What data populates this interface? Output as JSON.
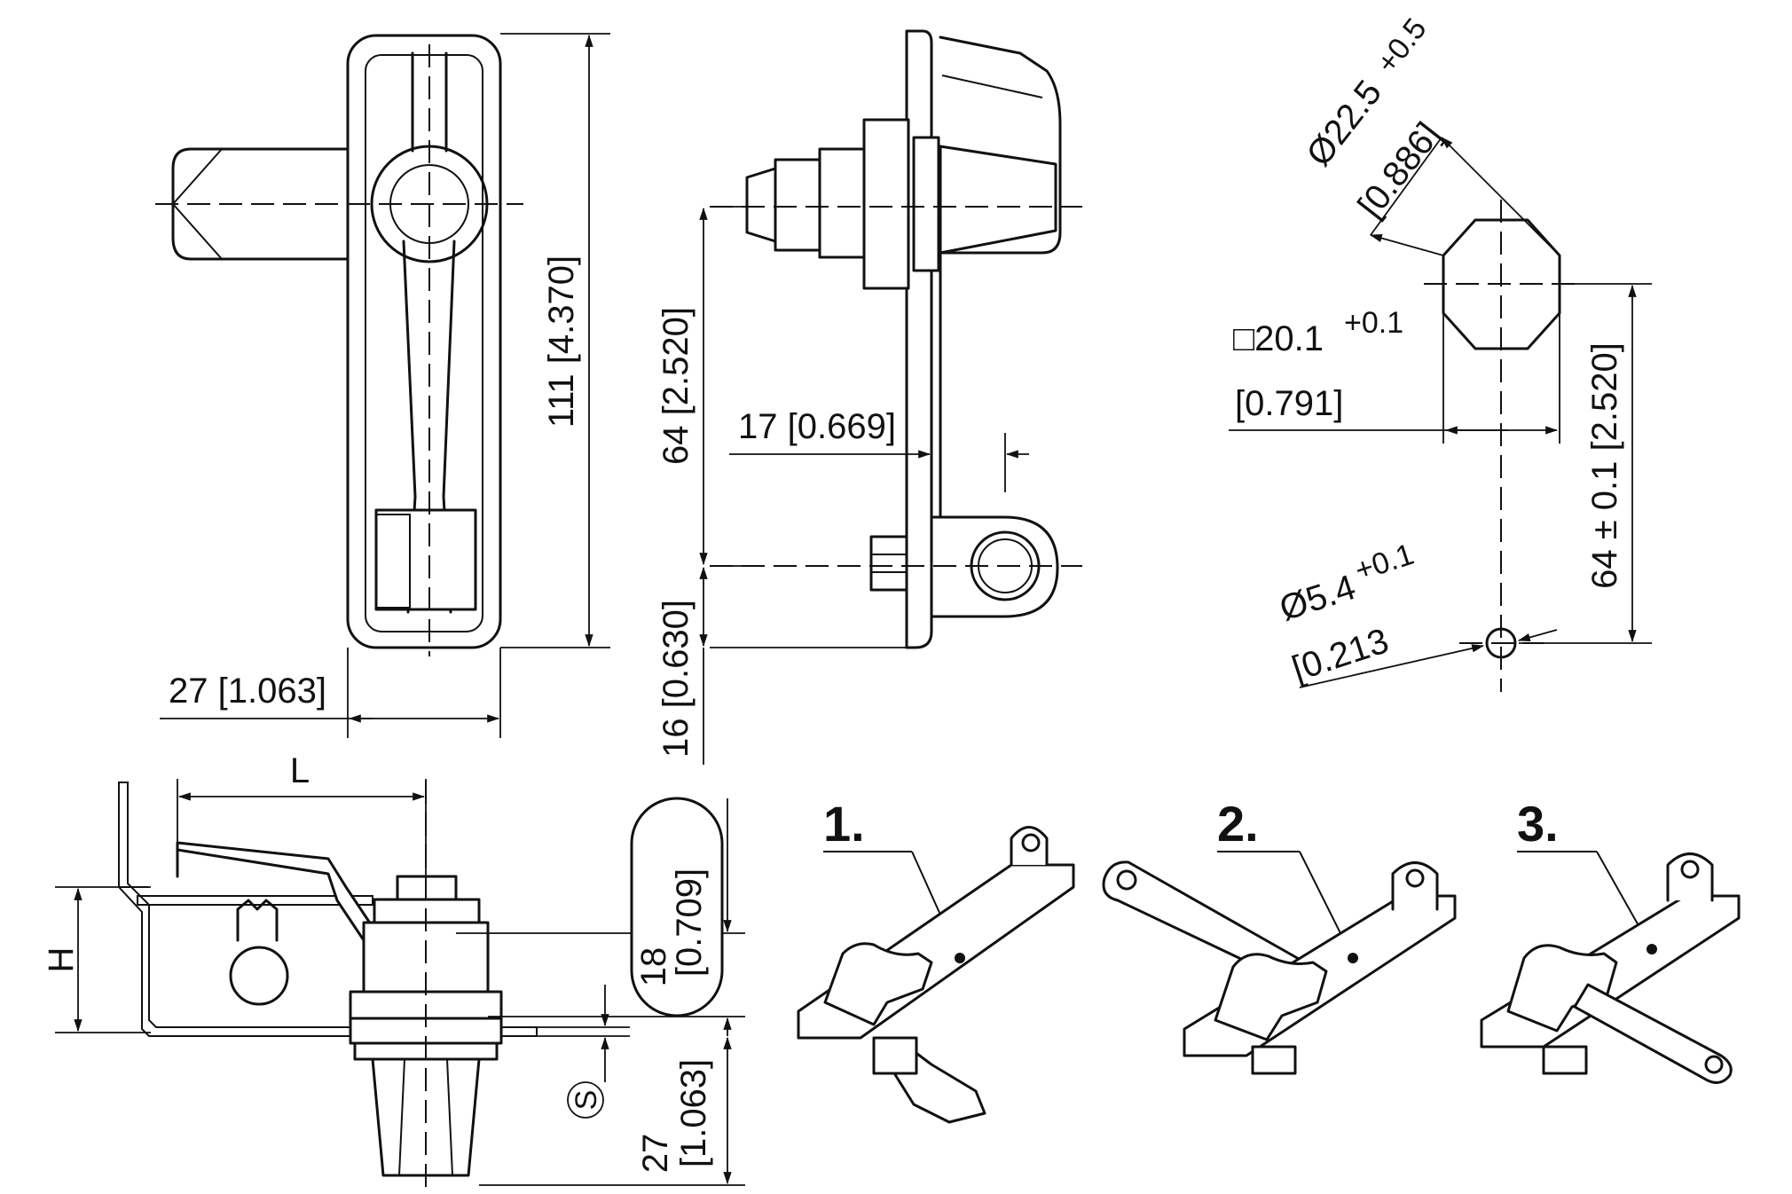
{
  "front_view": {
    "height_dim": "111 [4.370]",
    "width_dim": "27 [1.063]"
  },
  "side_view": {
    "spacing_dim": "64 [2.520]",
    "offset_dim": "17 [0.669]",
    "bottom_dim": "16 [0.630]"
  },
  "cutout": {
    "diameter_label": "Ø22.5",
    "diameter_tol": "+0.5",
    "diameter_inch": "[0.886]",
    "square_label": "□20.1",
    "square_tol": "+0.1",
    "square_inch": "[0.791]",
    "hole_label": "Ø5.4",
    "hole_tol": "+0.1",
    "hole_inch": "[0.213",
    "spacing_dim": "64 ± 0.1 [2.520]"
  },
  "section_view": {
    "length_label": "L",
    "height_label": "H",
    "thickness_label": "S",
    "slot_dim_mm": "18",
    "slot_dim_inch": "[0.709]",
    "depth_dim_mm": "27",
    "depth_dim_inch": "[1.063]"
  },
  "variants": [
    {
      "label": "1."
    },
    {
      "label": "2."
    },
    {
      "label": "3."
    }
  ]
}
